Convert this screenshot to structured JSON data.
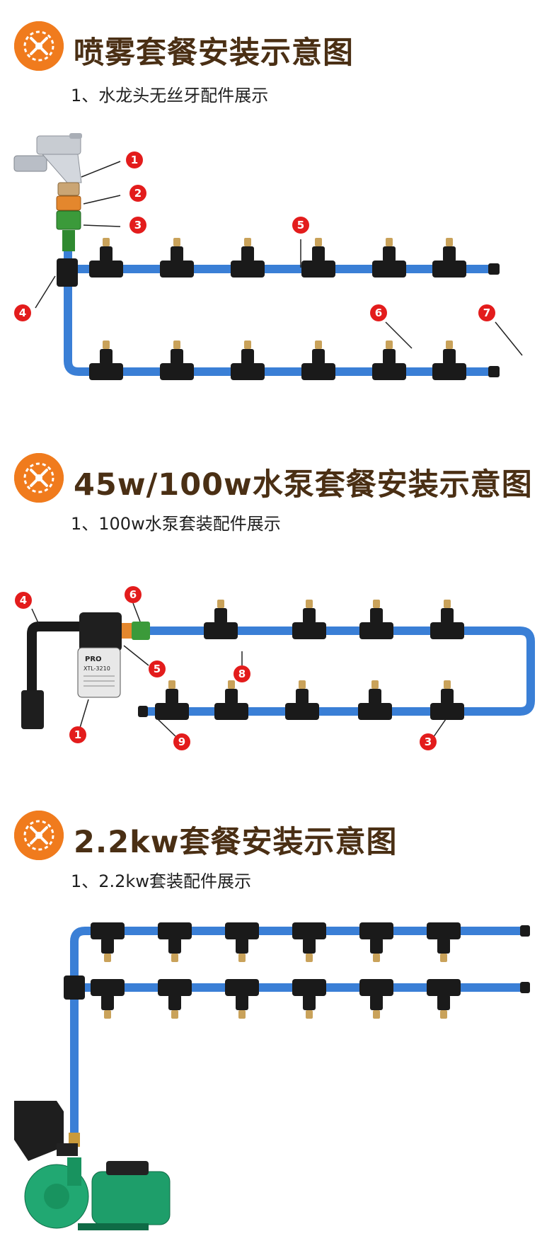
{
  "sections": [
    {
      "title": "喷雾套餐安装示意图",
      "subtitle": "1、水龙头无丝牙配件展示",
      "callouts": [
        "1",
        "2",
        "3",
        "4",
        "5",
        "6",
        "7"
      ]
    },
    {
      "title": "45w/100w水泵套餐安装示意图",
      "subtitle": "1、100w水泵套装配件展示",
      "callouts": [
        "4",
        "6",
        "5",
        "1",
        "8",
        "9",
        "3"
      ]
    },
    {
      "title": "2.2kw套餐安装示意图",
      "subtitle": "1、2.2kw套装配件展示",
      "callouts": []
    }
  ],
  "pump_label": {
    "brand": "PRO",
    "model": "XTL-3210"
  },
  "colors": {
    "accent": "#f07b1d",
    "title": "#4a2f14",
    "pipe": "#3a7fd6",
    "callout": "#e31c1c",
    "fitting": "#1a1a1a"
  }
}
